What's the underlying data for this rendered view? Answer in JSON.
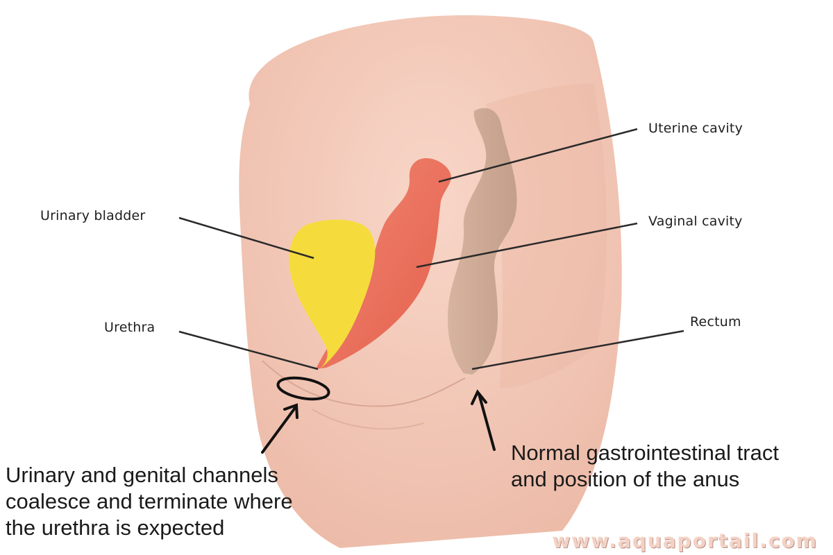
{
  "labels": {
    "uterine_cavity": "Uterine cavity",
    "urinary_bladder": "Urinary bladder",
    "vaginal_cavity": "Vaginal cavity",
    "urethra": "Urethra",
    "rectum": "Rectum"
  },
  "captions": {
    "left": [
      "Urinary and genital channels",
      "coalesce and terminate where",
      "the urethra is expected"
    ],
    "right": [
      "Normal gastrointestinal tract",
      "and position of the anus"
    ]
  },
  "watermark": "www.aquaportail.com",
  "colors": {
    "skin": "#f4c8b8",
    "bladder": "#f5dc3c",
    "vagina_uterus": "#ec6e5a",
    "rectum": "#ccab96",
    "leader_line": "#2a2a2a"
  }
}
